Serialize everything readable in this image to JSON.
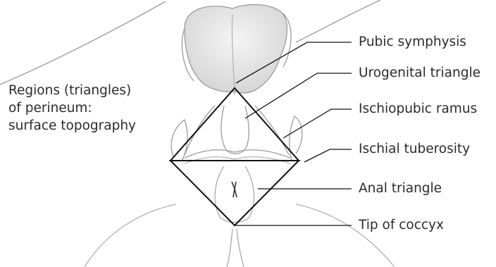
{
  "caption": {
    "lines": [
      "Regions (triangles)",
      "of perineum:",
      "surface topography"
    ]
  },
  "labels": {
    "pubic_symphysis": "Pubic symphysis",
    "urogenital_triangle": "Urogenital triangle",
    "ischiopubic_ramus": "Ischiopubic ramus",
    "ischial_tuberosity": "Ischial tuberosity",
    "anal_triangle": "Anal triangle",
    "tip_of_coccyx": "Tip of coccyx"
  },
  "colors": {
    "outline": "#111111",
    "skin_line": "#9a9a9a",
    "shade": "#e4e4e4",
    "text": "#2b2b2b"
  }
}
